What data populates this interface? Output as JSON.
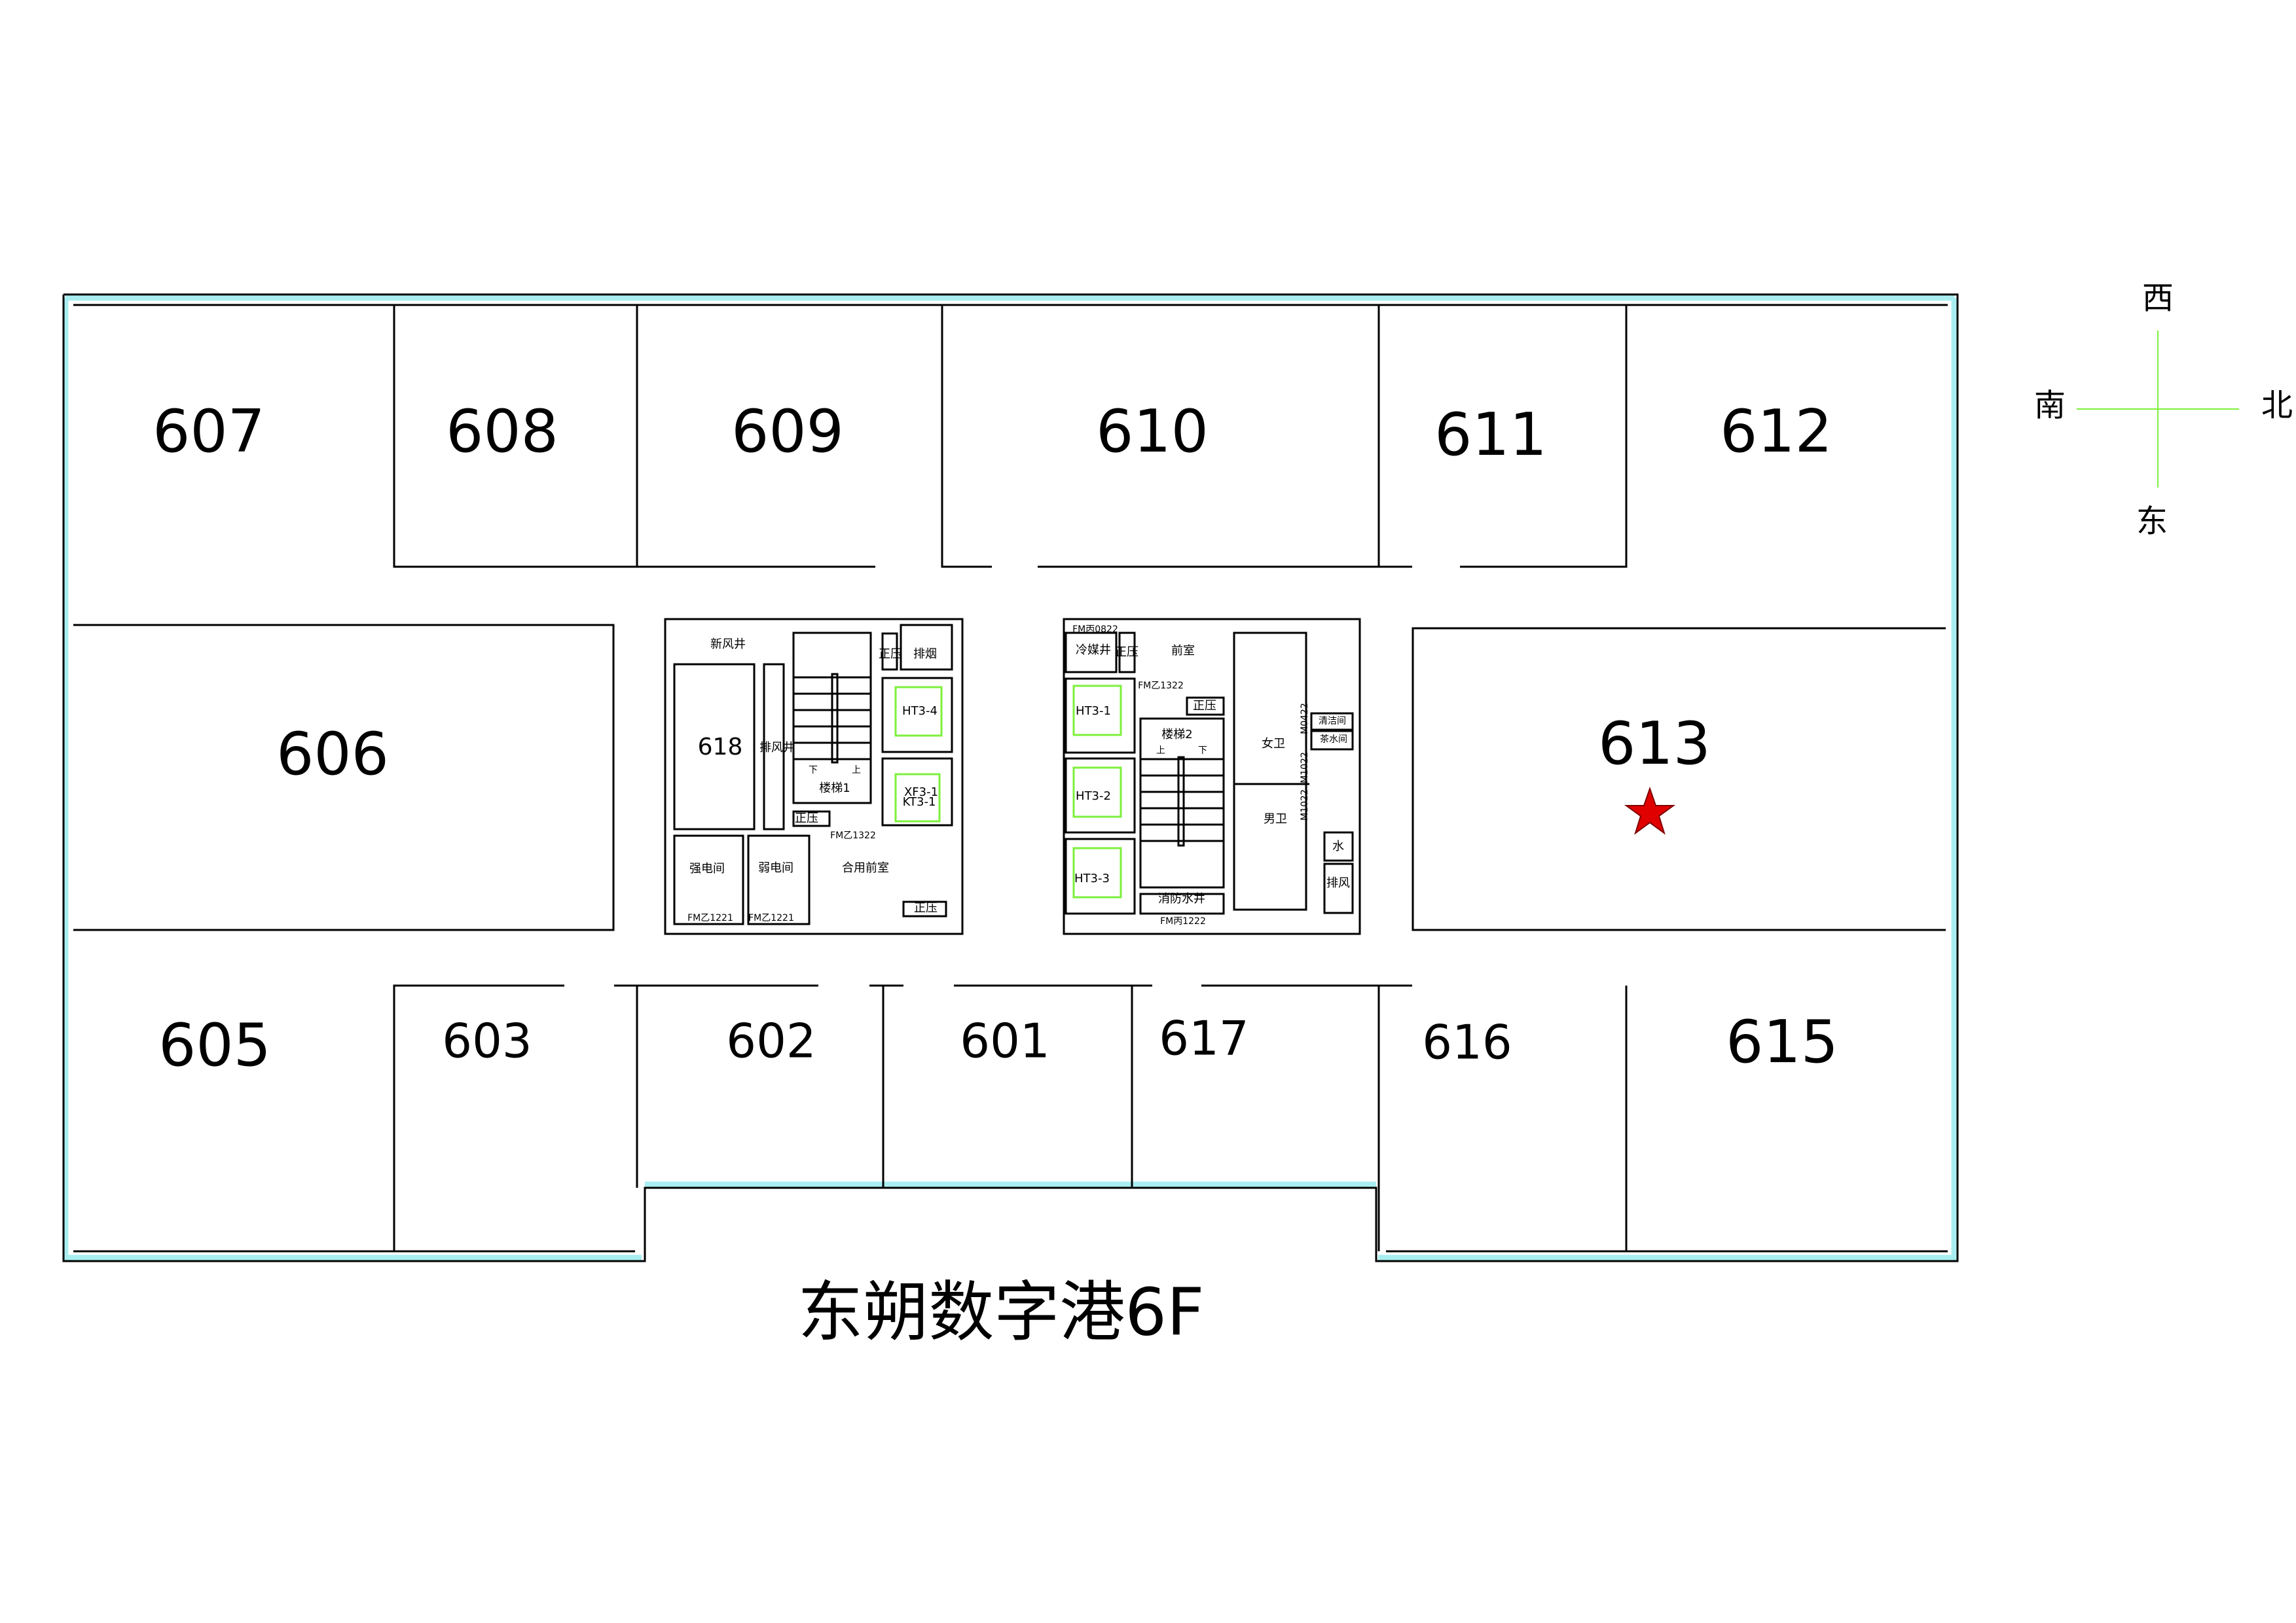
{
  "title": "东朔数字港6F",
  "compass": {
    "west": "西",
    "east": "东",
    "south": "南",
    "north": "北"
  },
  "rooms": {
    "r607": "607",
    "r608": "608",
    "r609": "609",
    "r610": "610",
    "r611": "611",
    "r612": "612",
    "r606": "606",
    "r613": "613",
    "r605": "605",
    "r603": "603",
    "r602": "602",
    "r601": "601",
    "r617": "617",
    "r616": "616",
    "r615": "615",
    "r618": "618"
  },
  "marker": {
    "icon": "star-icon",
    "room": "613",
    "color": "#e00000"
  },
  "core_left": {
    "fresh_air_shaft": "新风井",
    "exhaust_shaft": "排风井",
    "pressurize1": "正压",
    "smoke_exhaust": "排烟",
    "elevator1": "HT3-4",
    "fire_elevator_a": "XF3-1",
    "fire_elevator_b": "KT3-1",
    "stair": "楼梯1",
    "down": "下",
    "up": "上",
    "pressurize2": "正压",
    "door1": "FM乙1322",
    "strong_power": "强电间",
    "weak_power": "弱电间",
    "shared_lobby": "合用前室",
    "door2": "FM乙1221",
    "door3": "FM乙1221",
    "pressurize3": "正压"
  },
  "core_right": {
    "door_top": "FM丙0822",
    "refrigerant_shaft": "冷媒井",
    "pressurize1": "正压",
    "lobby": "前室",
    "door1": "FM乙1322",
    "pressurize2": "正压",
    "elevator1": "HT3-1",
    "elevator2": "HT3-2",
    "elevator3": "HT3-3",
    "stair": "楼梯2",
    "up": "上",
    "down": "下",
    "fire_water_shaft": "消防水井",
    "door2": "FM丙1222",
    "womens_wc": "女卫",
    "mens_wc": "男卫",
    "janitor": "清洁间",
    "tea_room": "茶水间",
    "door_m0422": "M0422",
    "door_m1022a": "M1022",
    "door_m1022b": "M1022",
    "water": "水",
    "exhaust": "排风"
  },
  "colors": {
    "glass": "#a8eef0",
    "elevator": "#7cf03c",
    "marker": "#e00000"
  }
}
